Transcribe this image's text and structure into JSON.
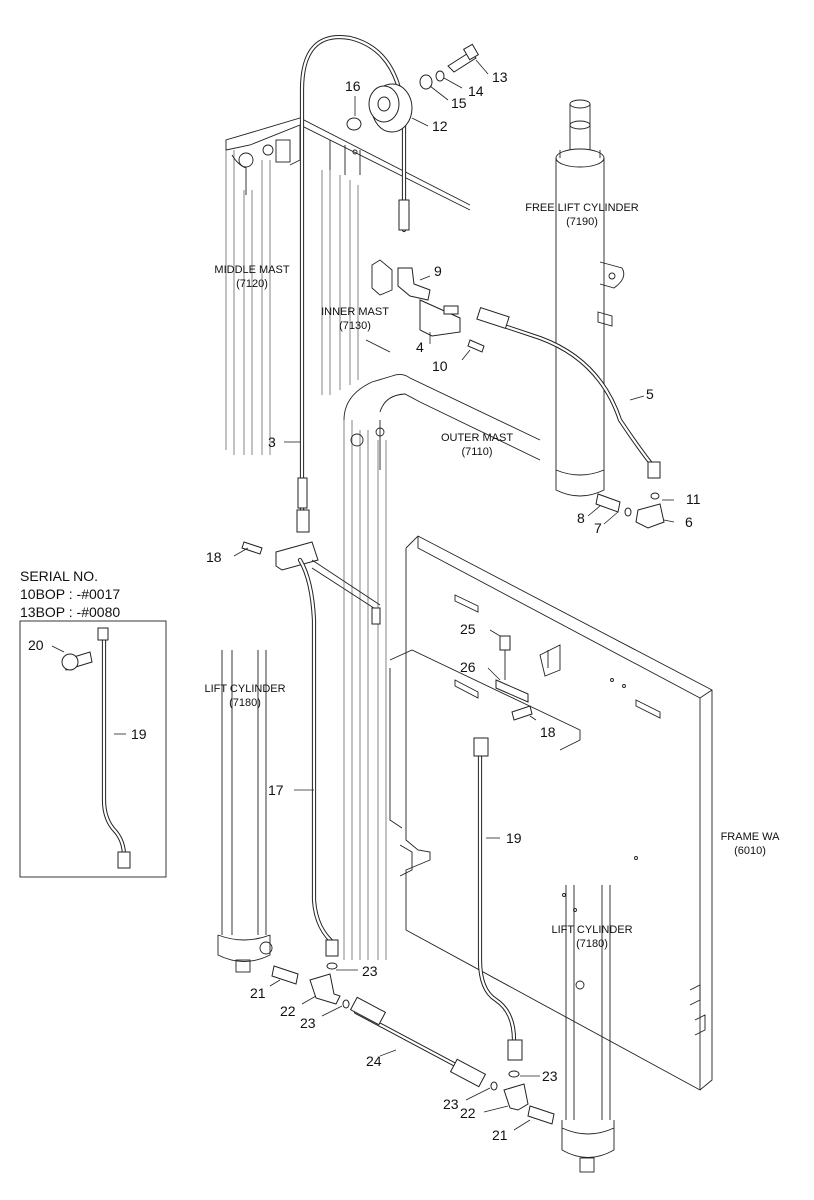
{
  "assemblies": {
    "middle_mast": [
      "MIDDLE MAST",
      "(7120)"
    ],
    "inner_mast": [
      "INNER MAST",
      "(7130)"
    ],
    "outer_mast": [
      "OUTER MAST",
      "(7110)"
    ],
    "free_lift_cylinder": [
      "FREE LIFT CYLINDER",
      "(7190)"
    ],
    "lift_cylinder_left": [
      "LIFT CYLINDER",
      "(7180)"
    ],
    "lift_cylinder_right": [
      "LIFT CYLINDER",
      "(7180)"
    ],
    "frame": [
      "FRAME WA",
      "(6010)"
    ]
  },
  "serial": {
    "title": "SERIAL NO.",
    "line1": "10BOP : -#0017",
    "line2": "13BOP : -#0080"
  },
  "parts": {
    "p3": "3",
    "p4": "4",
    "p5": "5",
    "p6": "6",
    "p7": "7",
    "p8": "8",
    "p9": "9",
    "p10": "10",
    "p11": "11",
    "p12": "12",
    "p13": "13",
    "p14": "14",
    "p15": "15",
    "p16": "16",
    "p17": "17",
    "p18a": "18",
    "p18b": "18",
    "p19a": "19",
    "p19b": "19",
    "p20": "20",
    "p21a": "21",
    "p21b": "21",
    "p22a": "22",
    "p22b": "22",
    "p23a": "23",
    "p23b": "23",
    "p23c": "23",
    "p23d": "23",
    "p24": "24",
    "p25": "25",
    "p26": "26"
  }
}
